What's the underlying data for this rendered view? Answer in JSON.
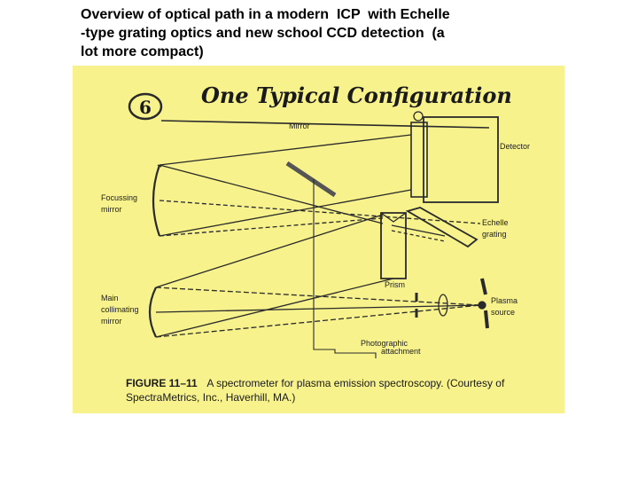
{
  "slide": {
    "title_lines": [
      "Overview of optical path in a modern  ICP  with Echelle",
      "-type grating optics and new school CCD detection  (a",
      "lot more compact)"
    ]
  },
  "figure": {
    "colors": {
      "paper": "#f7f28c",
      "ink": "#2a2a2a"
    },
    "handwritten_number": "6",
    "handwritten_heading": "One Typical Configuration",
    "labels": {
      "mirror": "Mirror",
      "detector": "Detector",
      "focussing_mirror": [
        "Focussing",
        "mirror"
      ],
      "echelle_grating": [
        "Echelle",
        "grating"
      ],
      "prism": "Prism",
      "main_collimating_mirror": [
        "Main",
        "collimating",
        "mirror"
      ],
      "plasma_source": [
        "Plasma",
        "source"
      ],
      "photographic_attachment": [
        "Photographic",
        "attachment"
      ]
    },
    "caption": {
      "figure_number": "FIGURE 11–11",
      "line1_text": "A spectrometer for plasma emission spectroscopy. (Courtesy of",
      "line2_text": "SpectraMetrics, Inc., Haverhill, MA.)"
    }
  }
}
